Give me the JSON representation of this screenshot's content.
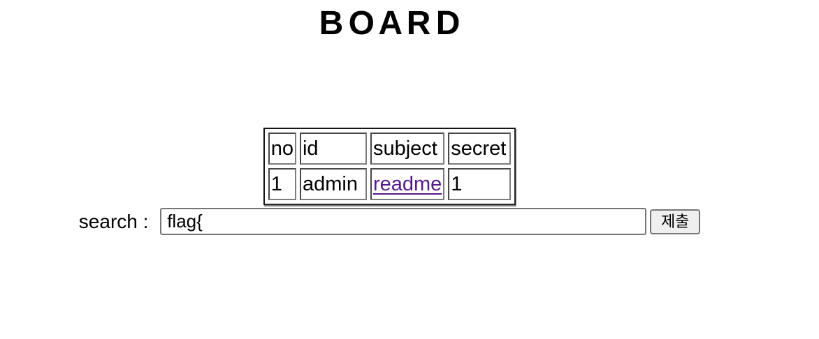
{
  "page": {
    "title": "B O A R D"
  },
  "board_table": {
    "columns": [
      "no",
      "id",
      "subject",
      "secret"
    ],
    "rows": [
      {
        "no": "1",
        "id": "admin",
        "subject": "readme",
        "secret": "1"
      }
    ]
  },
  "search": {
    "label": "search : ",
    "input_value": "flag{",
    "submit_label": "제출"
  },
  "colors": {
    "visited_link": "#551A8B",
    "table_outer_border": "#141414",
    "cell_border": "#7d7d7d",
    "control_border": "#767676",
    "button_background": "#efefef",
    "text": "#000000",
    "background": "#ffffff"
  }
}
